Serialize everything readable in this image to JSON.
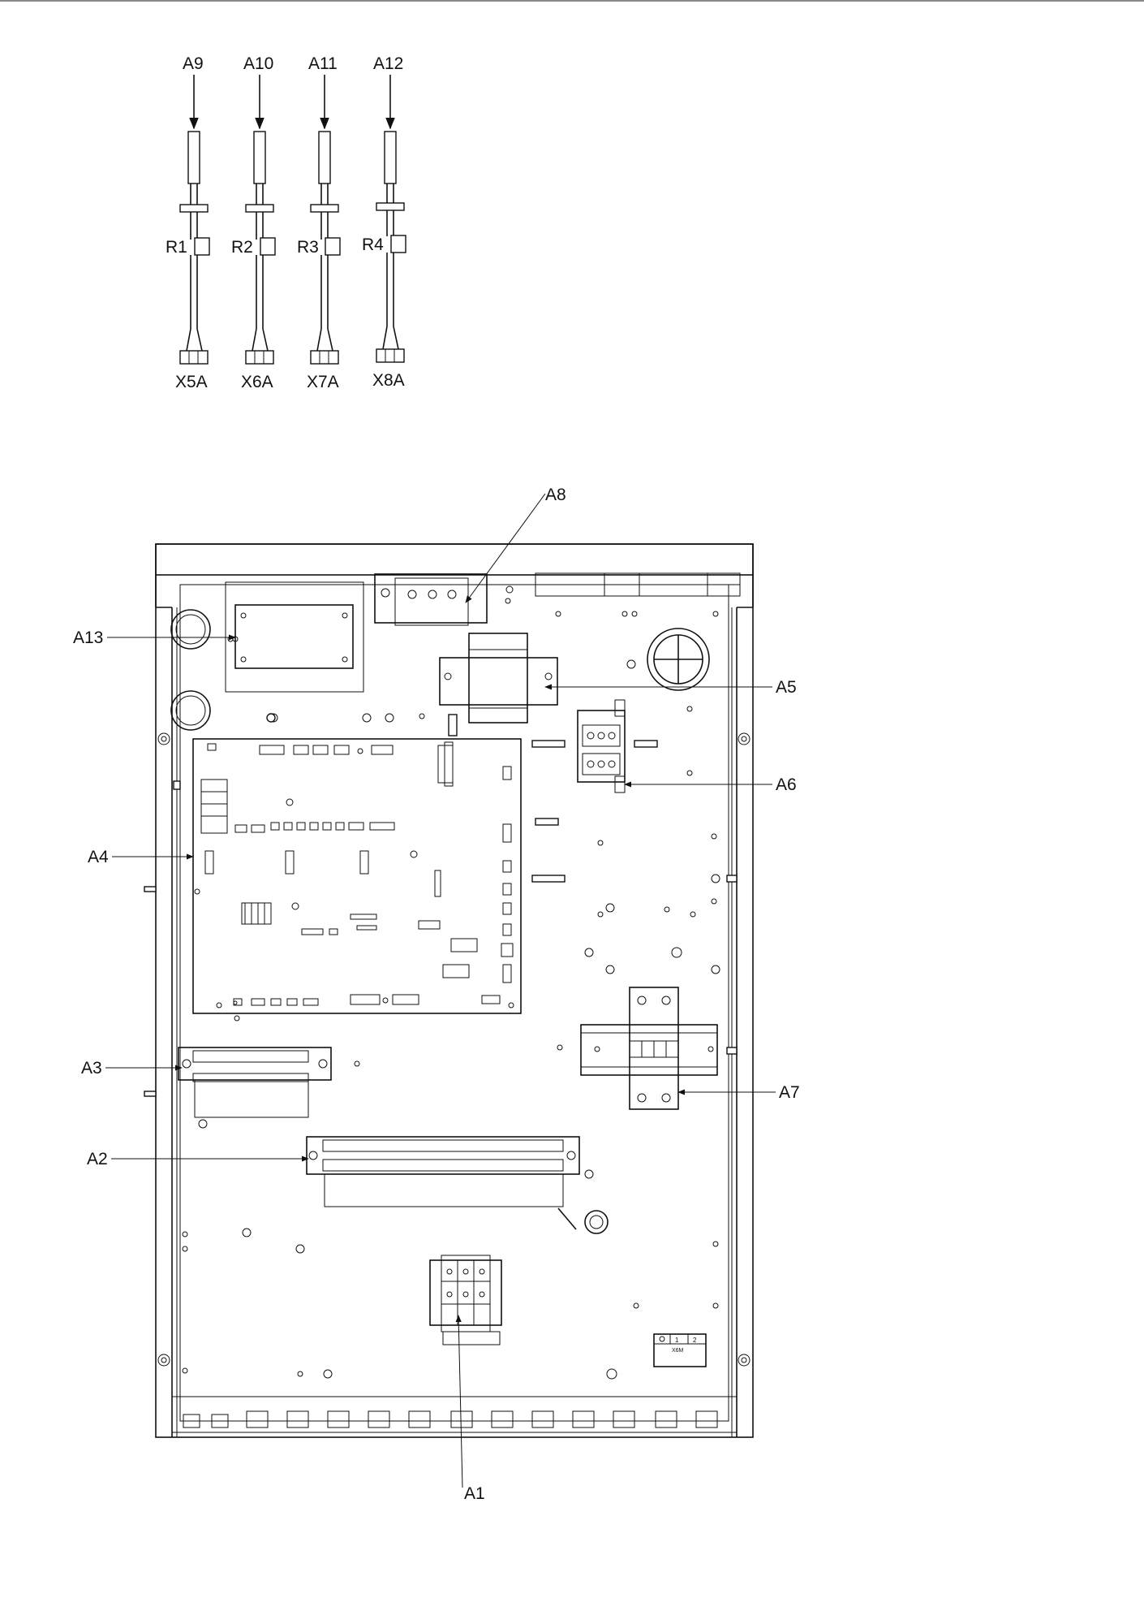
{
  "sensors": [
    {
      "top_label": "A9",
      "resistor": "R1",
      "connector": "X5A"
    },
    {
      "top_label": "A10",
      "resistor": "R2",
      "connector": "X6A"
    },
    {
      "top_label": "A11",
      "resistor": "R3",
      "connector": "X7A"
    },
    {
      "top_label": "A12",
      "resistor": "R4",
      "connector": "X8A"
    }
  ],
  "callouts": {
    "A1": "A1",
    "A2": "A2",
    "A3": "A3",
    "A4": "A4",
    "A5": "A5",
    "A6": "A6",
    "A7": "A7",
    "A8": "A8",
    "A13": "A13"
  },
  "terminal_x6m": {
    "title": "X6M",
    "pins": [
      "1",
      "2"
    ]
  }
}
